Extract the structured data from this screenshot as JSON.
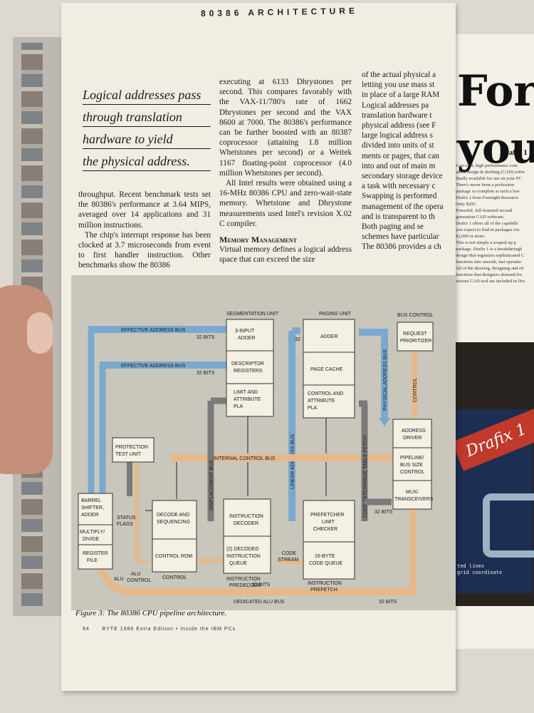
{
  "running_head": "80386 ARCHITECTURE",
  "pull_quote": [
    "Logical addresses pass",
    "through translation",
    "hardware to yield",
    "the physical address."
  ],
  "col1": [
    "throughput. Recent benchmark tests set the 80386's performance at 3.64 MIPS, averaged over 14 applications and 31 million instructions.",
    "The chip's interrupt response has been clocked at 3.7 microseconds from event to first handler instruction. Other benchmarks show the 80386"
  ],
  "col2": [
    "executing at 6133 Dhrystones per second. This compares favorably with the VAX-11/780's rate of 1662 Dhrystones per second and the VAX 8600 at 7000. The 80386's performance can be further boosted with an 80387 coprocessor (attaining 1.8 million Whetstones per second) or a Weitek 1167 floating-point coprocessor (4.0 million Whetstones per second).",
    "All Intel results were obtained using a 16-MHz 80386 CPU and zero-wait-state memory. Whetstone and Dhrystone measurements used Intel's revision X.02 C compiler."
  ],
  "memory_heading": "Memory Management",
  "memory_text": "Virtual memory defines a logical address space that can exceed the size",
  "col3": [
    "of the actual physical a",
    "letting you use mass st",
    "in place of a large RAM",
    "Logical addresses pa",
    "translation hardware t",
    "physical address (see F",
    "large logical address s",
    "divided into units of st",
    "ments or pages, that can",
    "into and out of main m",
    "secondary storage device",
    "a task with necessary c",
    "Swapping is performed",
    "management of the opera",
    "and is transparent to th",
    "Both paging and se",
    "schemes have particular",
    "The 80386 provides a ch"
  ],
  "figure": {
    "caption": "Figure 3: The 80386 CPU pipeline architecture.",
    "units": {
      "segmentation": "SEGMENTATION UNIT",
      "paging": "PAGING UNIT",
      "bus_control": "BUS CONTROL"
    },
    "buses": {
      "effective_1": "EFFECTIVE ADDRESS BUS",
      "effective_2": "EFFECTIVE ADDRESS BUS",
      "internal_control": "INTERNAL CONTROL BUS",
      "dedicated_alu": "DEDICATED ALU BUS",
      "linear": "LINEAR ADDRESS BUS",
      "physical": "PHYSICAL ADDRESS BUS",
      "displacement": "DISPLACEMENT BUS",
      "code_fetch": "CODE FETCH/PAGE TABLE FETCH",
      "control": "CONTROL"
    },
    "bits": {
      "b1": "32 BITS",
      "b2": "32 BITS",
      "b3": "32",
      "b4": "32 BITS",
      "b5": "32 BITS",
      "b6": "32 BITS"
    },
    "blocks": {
      "three_input_adder": [
        "3-INPUT",
        "ADDER"
      ],
      "descriptor_registers": [
        "DESCRIPTOR",
        "REGISTERS"
      ],
      "limit_pla": [
        "LIMIT AND",
        "ATTRIBUTE",
        "PLA"
      ],
      "adder": [
        "ADDER"
      ],
      "page_cache": [
        "PAGE CACHE"
      ],
      "control_pla": [
        "CONTROL AND",
        "ATTRIBUTE",
        "PLA"
      ],
      "request_prioritizer": [
        "REQUEST",
        "PRIORITIZER"
      ],
      "address_driver": [
        "ADDRESS",
        "DRIVER"
      ],
      "pipeline": [
        "PIPELINE/",
        "BUS SIZE",
        "CONTROL"
      ],
      "mux": [
        "MUX/",
        "TRANSCEIVERS"
      ],
      "protection": [
        "PROTECTION",
        "TEST UNIT"
      ],
      "barrel": [
        "BARREL",
        "SHIFTER,",
        "ADDER"
      ],
      "multiply": [
        "MULTIPLY/",
        "DIVIDE"
      ],
      "register_file": [
        "REGISTER",
        "FILE"
      ],
      "decode": [
        "DECODE AND",
        "SEQUENCING"
      ],
      "control_rom": [
        "CONTROL ROM"
      ],
      "instruction_decoder": [
        "INSTRUCTION",
        "DECODER"
      ],
      "decoded_queue": [
        "(2) DECODED",
        "INSTRUCTION",
        "QUEUE"
      ],
      "prefetcher": [
        "PREFETCHER",
        "LIMIT",
        "CHECKER"
      ],
      "code_queue": [
        "16-BYTE",
        "CODE QUEUE"
      ]
    },
    "labels": {
      "status_flags": [
        "STATUS",
        "FLAGS"
      ],
      "alu": "ALU",
      "alu_control": [
        "ALU",
        "CONTROL"
      ],
      "control": "CONTROL",
      "instruction_predecode": [
        "INSTRUCTION",
        "PREDECODE"
      ],
      "instruction_prefetch": [
        "INSTRUCTION",
        "PREFETCH"
      ],
      "code_stream": [
        "CODE",
        "STREAM"
      ]
    }
  },
  "folio": {
    "page_number": "94",
    "line": "BYTE 1986 Extra Edition • Inside the IBM PCs"
  },
  "right_page": {
    "headline": "For $\nyour",
    "product": "Drafix 1",
    "screen_title": "Drafix 1",
    "body_lines": [
      "Low-cost, high performance com",
      "aided design & drafting (CAD) softw",
      "finally available for use on your PC",
      "There's never been a profession",
      "package so complete at such a low",
      "Drafix 1 from Foresight Resource",
      "Only $295.",
      "Powerful, full-featured second",
      "generation CAD software.",
      "Drafix 1 offers all of the capabilit",
      "you expect to find in packages cos",
      "$2,000 or more.",
      "This is not simply a souped-up p",
      "package. Drafix 1 is a breakthrough",
      "design that organizes sophisticated C",
      "functions into smooth, fast operatio",
      "All of the drawing, designing and ed",
      "functions that designers demand fro",
      "serious CAD tool are included in Dra"
    ],
    "screen_caption": [
      "ted lines",
      "grid coordinate"
    ]
  }
}
